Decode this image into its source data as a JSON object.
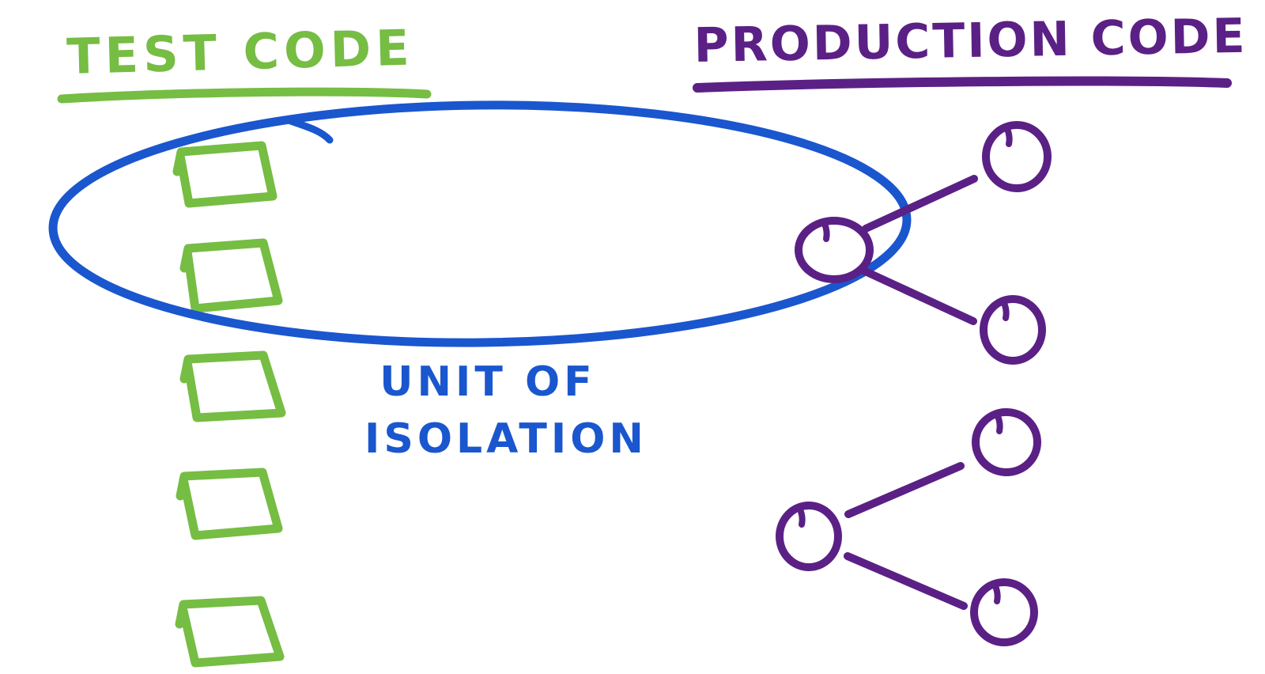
{
  "titles": {
    "test_code": "TEST CODE",
    "production_code": "PRODUCTION CODE"
  },
  "annotation": {
    "line1": "UNIT OF",
    "line2": "ISOLATION"
  },
  "colors": {
    "green": "#76BD43",
    "purple": "#5B2085",
    "blue": "#1A56CE",
    "background": "#FFFFFF"
  },
  "diagram": {
    "test_square_count": 5,
    "production_circle_count": 6,
    "dependency_line_count": 4,
    "squares_inside_ellipse": 2,
    "circles_inside_ellipse": 1
  }
}
